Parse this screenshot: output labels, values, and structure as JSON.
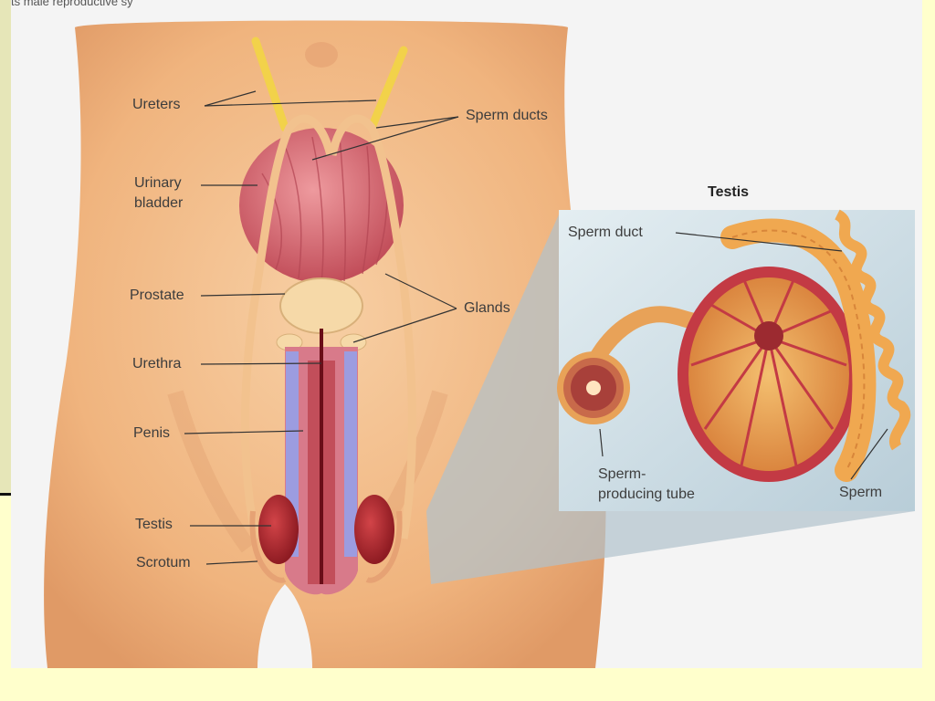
{
  "caption": "ts male reproductive sy",
  "labels": {
    "ureters": "Ureters",
    "sperm_ducts": "Sperm ducts",
    "urinary_bladder_line1": "Urinary",
    "urinary_bladder_line2": "bladder",
    "prostate": "Prostate",
    "glands": "Glands",
    "urethra": "Urethra",
    "penis": "Penis",
    "testis": "Testis",
    "scrotum": "Scrotum",
    "inset_title": "Testis",
    "sperm_duct": "Sperm duct",
    "sperm_producing_tube_line1": "Sperm-",
    "sperm_producing_tube_line2": "producing tube",
    "sperm": "Sperm"
  },
  "colors": {
    "background": "#FFFFCC",
    "skin": "#F2B98A",
    "bladder": "#D9707A",
    "ureter": "#F2D24A",
    "testis": "#B8262E",
    "inset_panel": "#CFE2EA",
    "epididymis": "#F0A850"
  }
}
